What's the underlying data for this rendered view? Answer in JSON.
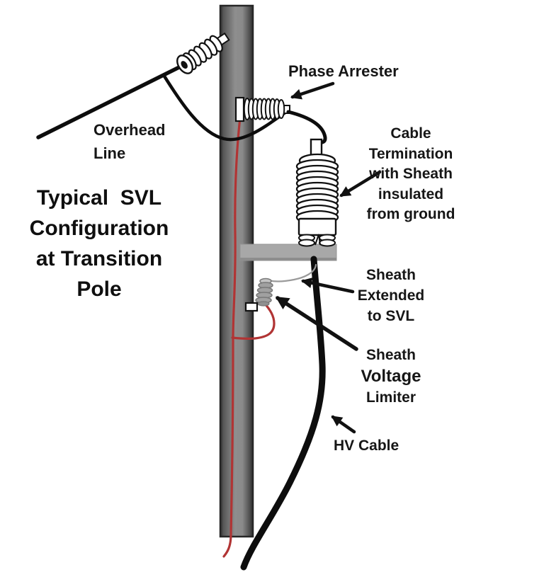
{
  "title": {
    "lines": [
      "Typical  SVL",
      "Configuration",
      "at Transition",
      "Pole"
    ]
  },
  "labels": {
    "overhead_line": {
      "lines": [
        "Overhead",
        "Line"
      ]
    },
    "phase_arrester": {
      "text": "Phase Arrester"
    },
    "cable_termination": {
      "lines": [
        "Cable",
        "Termination",
        "with Sheath",
        "insulated",
        "from ground"
      ]
    },
    "sheath_extended": {
      "lines": [
        "Sheath",
        "Extended",
        "to SVL"
      ]
    },
    "sheath_voltage_limiter": {
      "lines": [
        "Sheath",
        "Voltage",
        "Limiter"
      ]
    },
    "hv_cable": {
      "text": "HV Cable"
    }
  },
  "components": {
    "pole": "utility pole",
    "overhead_line": "overhead conductor entering dead-end insulator",
    "phase_arrester": "surge arrester mounted on pole",
    "cable_termination": "outdoor cable termination with sheath insulated from ground",
    "bracket": "mounting bracket / crossarm",
    "sheath_wire": "cable sheath extended to SVL",
    "svl": "sheath voltage limiter",
    "ground_wire": "red ground lead running down pole",
    "hv_cable": "high-voltage cable running down pole"
  },
  "colors": {
    "background": "#ffffff",
    "label_text": "#161616",
    "line_black": "#0d0d0d",
    "pole_gray_mid": "#8e8e8e",
    "pole_gray_edge": "#2f2f2f",
    "bracket_gray": "#a8a8a8",
    "svl_gray": "#a0a0a0",
    "sheath_wire_gray": "#9a9a9a",
    "ground_wire_red": "#b13434"
  }
}
